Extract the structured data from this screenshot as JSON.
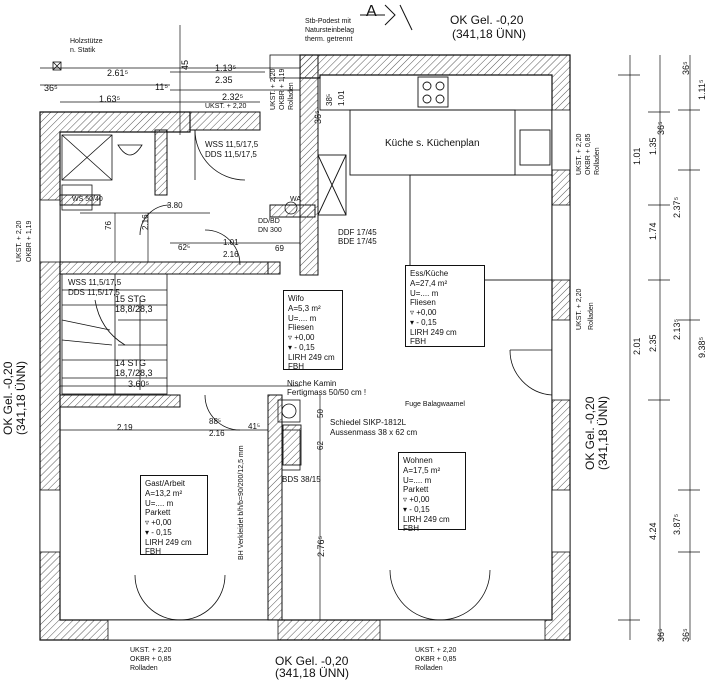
{
  "labels": {
    "holzstuetze": "Holzstütze",
    "n_statik": "n. Statik",
    "stb_podest_1": "Stb-Podest mit",
    "stb_podest_2": "Natursteinbelag",
    "stb_podest_3": "therm. getrennt",
    "kueche_plan": "Küche s. Küchenplan",
    "wss_1": "WSS 11,5/17,5",
    "dds_1": "DDS 11,5/17,5",
    "dd_bd": "DD/BD",
    "dn300": "DN 300",
    "wa": "WA",
    "ddf": "DDF 17/45",
    "bde": "BDE 17/45",
    "ws_left": "WS 50/40",
    "ukst_left": "UKST. + 2,20",
    "okbr_left": "OKBR + 1,19",
    "wss_2": "WSS 11,5/17,5",
    "dds_2": "DDS 11,5/17,5",
    "stg15": "15 STG",
    "stg15_dim": "18,8/28,3",
    "stg14": "14 STG",
    "stg14_dim": "18,7/28,3",
    "nische_1": "Nische Kamin",
    "nische_2": "Fertigmass 50/50 cm !",
    "fuge": "Fuge Balagwaamel",
    "schiedel_1": "Schiedel SIKP-1812L",
    "schiedel_2": "Aussenmass 38 x 62 cm",
    "bds": "BDS 38/15",
    "bh_vertical": "BH Verkleidet b/h/b=90/200/12,5 mm",
    "ok_top_1": "OK Gel. -0,20",
    "ok_top_2": "(341,18 ÜNN)",
    "ok_left_1": "OK Gel. -0,20",
    "ok_left_2": "(341,18 ÜNN)",
    "ok_right_1": "OK Gel. -0,20",
    "ok_right_2": "(341,18 ÜNN)",
    "ok_bottom_1": "OK Gel. -0,20",
    "ok_bottom_2": "(341,18 ÜNN)",
    "ukst_top": "UKST. + 2,20",
    "ukst_top_r1": "UKST. + 2,20",
    "ukst_top_r2": "OKBR + 1,19",
    "ukst_top_r3": "Rolladen",
    "ukst_right1": "UKST. + 2,20",
    "okbr_right1": "OKBR + 0,85",
    "roll_right1": "Rolladen",
    "ukst_right2": "UKST. + 2,20",
    "roll_right2": "Rolladen",
    "ukst_bot_l": "UKST. + 2,20",
    "okbr_bot_l": "OKBR + 0,85",
    "roll_bot_l": "Rolladen",
    "ukst_bot_r": "UKST. + 2,20",
    "okbr_bot_r": "OKBR + 0,85",
    "roll_bot_r": "Rolladen",
    "section": "A",
    "bottom_ukst_l": "Rolladen",
    "ukst_door": "UKST. + 2,20"
  },
  "dims": {
    "d261": "2.61⁵",
    "d36_left": "36⁵",
    "d163": "1.63⁵",
    "d115": "11⁵",
    "d113": "1.13⁵",
    "d235": "2.35",
    "d232": "2.32⁵",
    "d45": "45",
    "d380": "3.80",
    "d216a": "2.16",
    "d62": "62⁵",
    "d101": "1.01",
    "d216b": "2.16",
    "d69": "69",
    "d76": "76",
    "d360": "3.60⁵",
    "d219": "2.19",
    "d88": "88⁵",
    "d216c": "2.16",
    "d41": "41⁵",
    "d50": "50",
    "d62b": "62",
    "d276": "2.76⁵",
    "d38": "38⁵",
    "d101v": "1.01",
    "d36_right": "36⁵",
    "r_36_top": "36⁵",
    "r_111": "1.11⁵",
    "r_101": "1.01",
    "r_135": "1.35",
    "r_36b": "36⁵",
    "r_237": "2.37⁵",
    "r_174": "1.74",
    "r_201": "2.01",
    "r_235": "2.35",
    "r_213": "2.13⁵",
    "r_938": "9.38⁵",
    "r_424": "4.24",
    "r_387": "3.87⁵",
    "r_36c": "36⁵",
    "r_36d": "36⁵"
  },
  "rooms": {
    "ess": {
      "name": "Ess/Küche",
      "area": "A=27,4 m²",
      "u": "U=.... m",
      "floor": "Fliesen",
      "h1": "▿ +0,00",
      "h2": "▾ - 0,15",
      "lirh": "LIRH 249 cm",
      "fbh": "FBH"
    },
    "wifo": {
      "name": "Wifo",
      "area": "A=5,3 m²",
      "u": "U=.... m",
      "floor": "Fliesen",
      "h1": "▿ +0,00",
      "h2": "▾ - 0,15",
      "lirh": "LIRH 249 cm",
      "fbh": "FBH"
    },
    "gast": {
      "name": "Gast/Arbeit",
      "area": "A=13,2 m²",
      "u": "U=.... m",
      "floor": "Parkett",
      "h1": "▿ +0,00",
      "h2": "▾ - 0,15",
      "lirh": "LIRH 249 cm",
      "fbh": "FBH"
    },
    "wohnen": {
      "name": "Wohnen",
      "area": "A=17,5 m²",
      "u": "U=.... m",
      "floor": "Parkett",
      "h1": "▿ +0,00",
      "h2": "▾ - 0,15",
      "lirh": "LIRH 249 cm",
      "fbh": "FBH"
    }
  },
  "colors": {
    "line": "#111111",
    "hatch": "#444444"
  }
}
